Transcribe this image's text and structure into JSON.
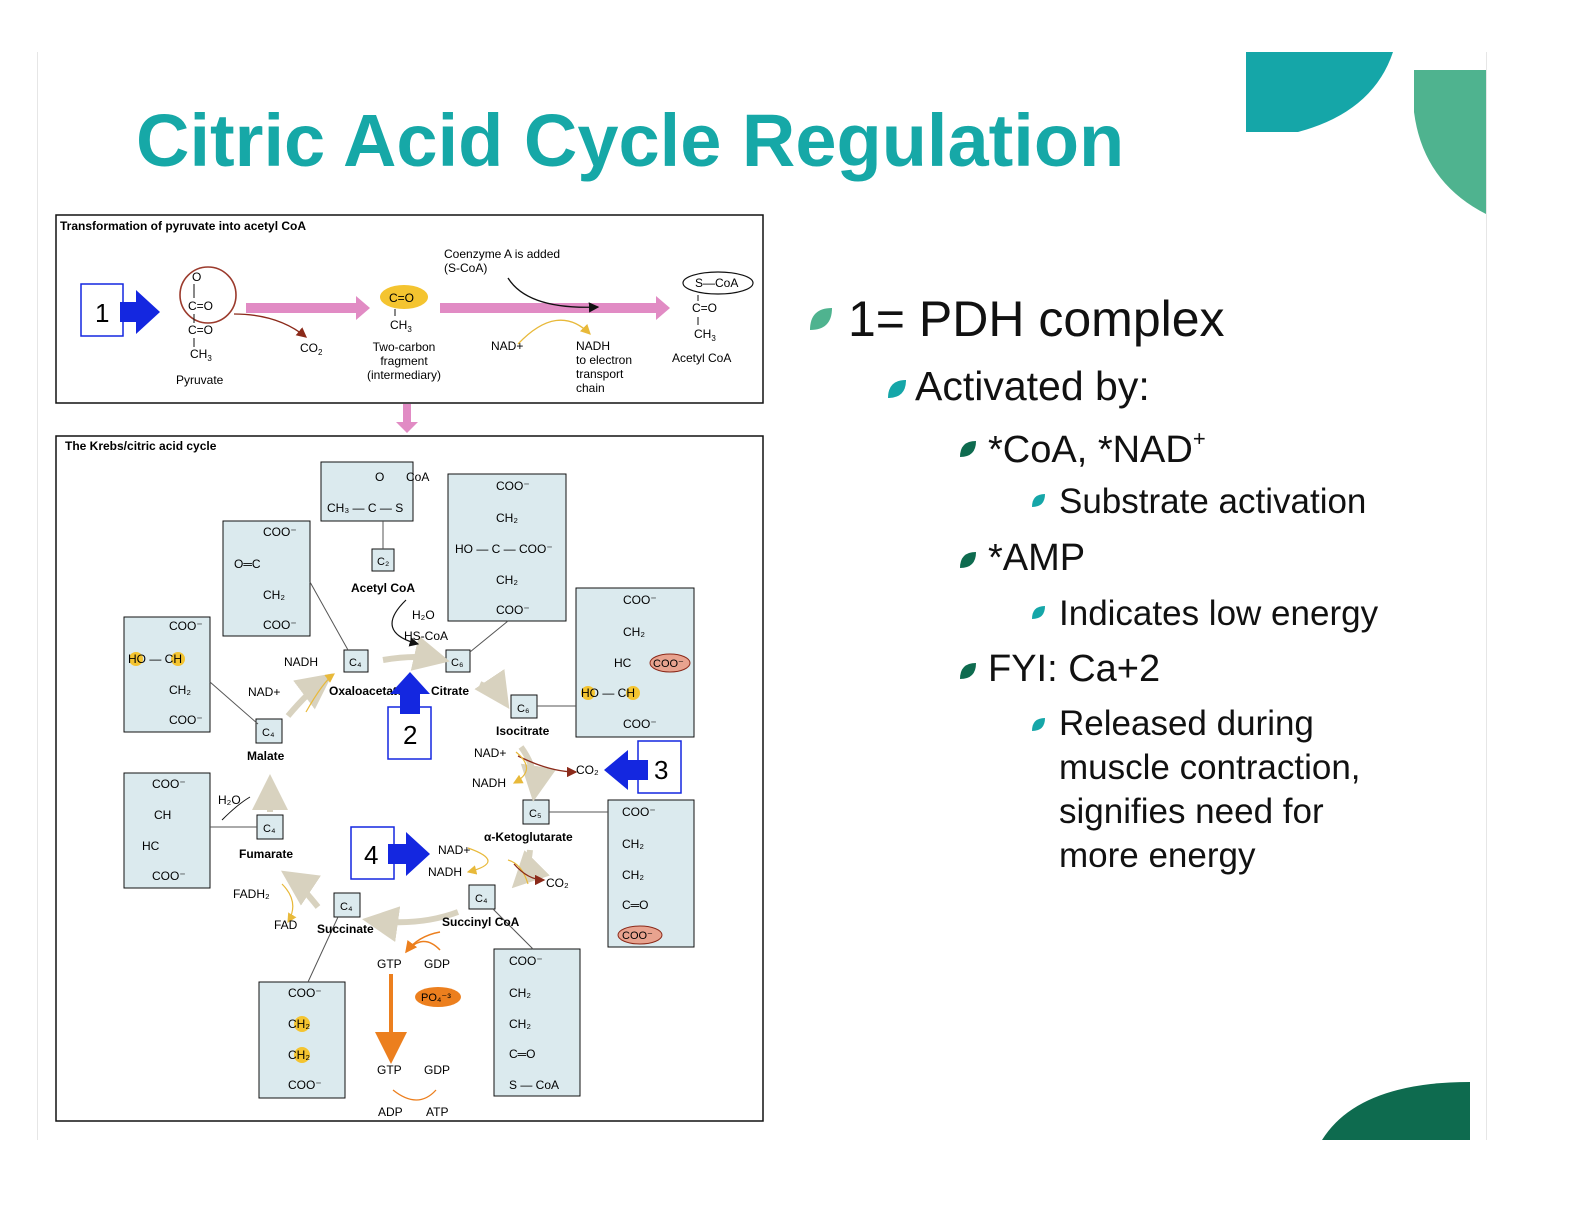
{
  "slide": {
    "title": "Citric Acid Cycle Regulation",
    "colors": {
      "title": "#16a8a7",
      "teal": "#15a6a8",
      "green": "#4fb38f",
      "dark_green": "#0e6b4f",
      "box_fill": "#dbeaee",
      "arrow_blue": "#1427e0",
      "pink_arrow": "#e18bc4"
    }
  },
  "bullets": {
    "l1": "1= PDH complex",
    "l2": "Activated by:",
    "l3a_part1": "*CoA, *NAD",
    "l3a_sup": "+",
    "l4a": "Substrate activation",
    "l3b": "*AMP",
    "l4b": "Indicates low energy",
    "l3c": "FYI: Ca+2",
    "l4c_1": "Released during",
    "l4c_2": "muscle contraction,",
    "l4c_3": "signifies need for",
    "l4c_4": "more energy"
  },
  "figure_top": {
    "heading": "Transformation of pyruvate into acetyl CoA",
    "coenzyme_note_1": "Coenzyme A is added",
    "coenzyme_note_2": "(S-CoA)",
    "pyruvate": "Pyruvate",
    "co2": "CO",
    "co2_sub": "2",
    "two_carbon_1": "Two-carbon",
    "two_carbon_2": "fragment",
    "two_carbon_3": "(intermediary)",
    "nad": "NAD+",
    "nadh_1": "NADH",
    "nadh_2": "to electron",
    "nadh_3": "transport",
    "nadh_4": "chain",
    "acetyl_coa": "Acetyl CoA",
    "s_coa": "S—CoA",
    "c_eq_o": "C=O",
    "ch3": "CH",
    "ch3_sub": "3",
    "o_minus": "O",
    "marker_1": "1"
  },
  "figure_cycle": {
    "heading": "The Krebs/citric acid cycle",
    "acetyl_coa": "Acetyl CoA",
    "h2o": "H₂O",
    "hs_coa": "HS-CoA",
    "nadh": "NADH",
    "nad": "NAD+",
    "oxaloacetate": "Oxaloacetate",
    "citrate": "Citrate",
    "isocitrate": "Isocitrate",
    "malate": "Malate",
    "fumarate": "Fumarate",
    "fadh2": "FADH₂",
    "fad": "FAD",
    "succinate": "Succinate",
    "succinyl_coa": "Succinyl CoA",
    "alpha_kg": "α-Ketoglutarate",
    "co2": "CO₂",
    "gtp": "GTP",
    "gdp": "GDP",
    "po4": "PO₄⁻³",
    "adp": "ADP",
    "atp": "ATP",
    "c2": "C₂",
    "c4": "C₄",
    "c5": "C₅",
    "c6": "C₆",
    "coo": "COO⁻",
    "ch2": "CH₂",
    "ch": "CH",
    "hc": "HC",
    "ho": "HO",
    "o_eq_c": "O═C",
    "c_eq_o": "C═O",
    "s_coa": "S — CoA",
    "marker_2": "2",
    "marker_3": "3",
    "marker_4": "4"
  }
}
